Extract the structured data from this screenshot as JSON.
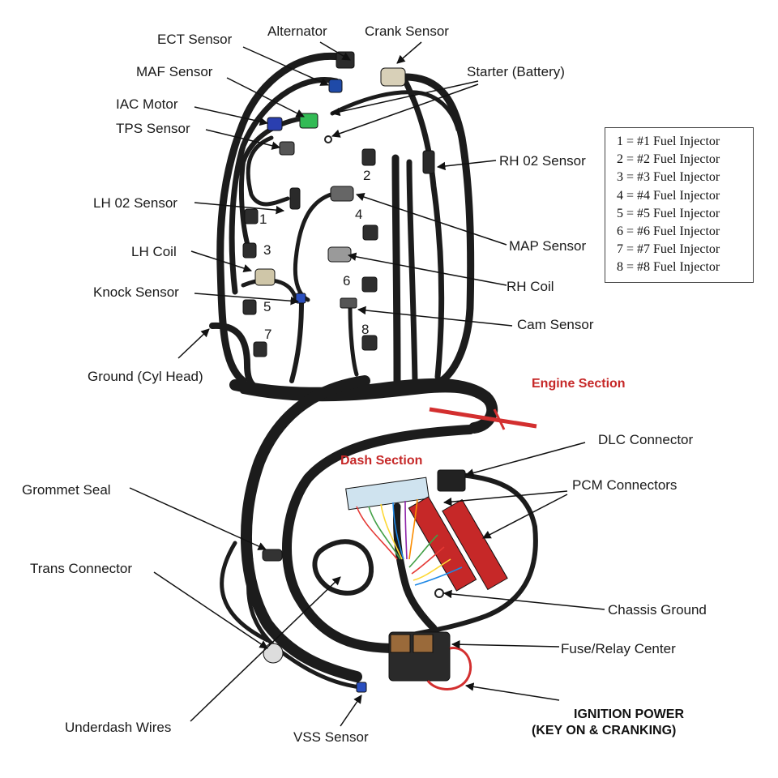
{
  "labels": {
    "ect_sensor": "ECT Sensor",
    "alternator": "Alternator",
    "crank_sensor": "Crank Sensor",
    "maf_sensor": "MAF Sensor",
    "starter": "Starter (Battery)",
    "iac_motor": "IAC Motor",
    "tps_sensor": "TPS Sensor",
    "rh_o2_sensor": "RH 02 Sensor",
    "lh_o2_sensor": "LH 02 Sensor",
    "map_sensor": "MAP Sensor",
    "lh_coil": "LH Coil",
    "rh_coil": "RH Coil",
    "knock_sensor": "Knock Sensor",
    "cam_sensor": "Cam Sensor",
    "ground_cyl_head": "Ground (Cyl Head)",
    "dlc_connector": "DLC Connector",
    "pcm_connectors": "PCM Connectors",
    "grommet_seal": "Grommet Seal",
    "trans_connector": "Trans Connector",
    "chassis_ground": "Chassis Ground",
    "fuse_relay_center": "Fuse/Relay Center",
    "underdash_wires": "Underdash Wires",
    "vss_sensor": "VSS Sensor"
  },
  "sections": {
    "engine": "Engine Section",
    "dash": "Dash Section",
    "color": "#c62828"
  },
  "ignition": {
    "line1": "IGNITION POWER",
    "line2": "(KEY ON & CRANKING)"
  },
  "injector_numbers": [
    "1",
    "2",
    "3",
    "4",
    "5",
    "6",
    "7",
    "8"
  ],
  "legend": [
    "1 = #1 Fuel Injector",
    "2 = #2 Fuel Injector",
    "3 = #3 Fuel Injector",
    "4 = #4 Fuel Injector",
    "5 = #5 Fuel Injector",
    "6 = #6 Fuel Injector",
    "7 = #7 Fuel Injector",
    "8 = #8 Fuel Injector"
  ]
}
